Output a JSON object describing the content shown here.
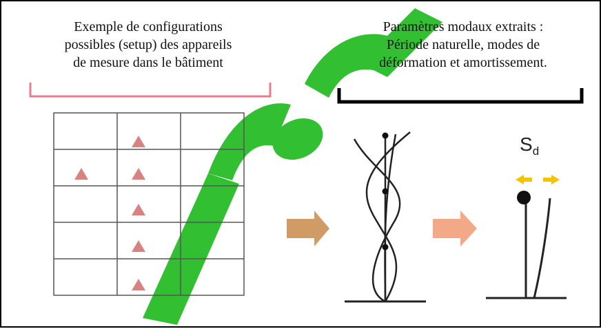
{
  "left_caption": {
    "line1": "Exemple de configurations",
    "line2": "possibles (setup) des appareils",
    "line3": "de mesure dans le bâtiment"
  },
  "right_caption": {
    "line1": "Paramètres modaux extraits :",
    "line2": "Période naturelle, modes de",
    "line3": "déformation et amortissement."
  },
  "sd_label": {
    "base": "S",
    "subscript": "d"
  },
  "grid": {
    "rows": 5,
    "cols": 3,
    "sensor_markers": [
      {
        "row": 1,
        "col": 2
      },
      {
        "row": 2,
        "col": 1
      },
      {
        "row": 2,
        "col": 2
      },
      {
        "row": 3,
        "col": 2
      },
      {
        "row": 4,
        "col": 2
      },
      {
        "row": 5,
        "col": 2
      }
    ]
  },
  "colors": {
    "left_bracket": "#e87c8e",
    "right_bracket": "#000000",
    "sensor_marker": "#d98282",
    "arrow_left": "#c98a4a",
    "arrow_right": "#f2a07a",
    "sd_arrows": "#f5c400",
    "watermark": "#1bb81b"
  }
}
